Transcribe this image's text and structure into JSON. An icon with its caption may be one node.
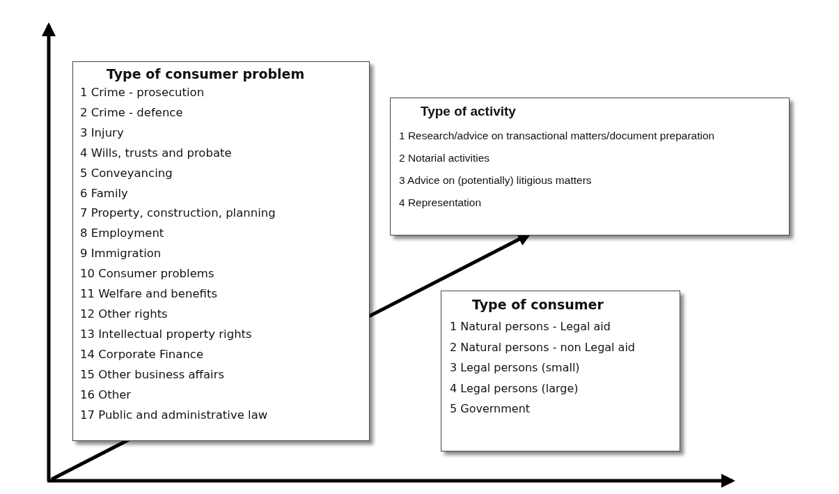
{
  "diagram": {
    "nodes": [
      {
        "text": [
          "Type of consumer problem",
          "1 Crime - prosecution",
          "2 Crime - defence",
          "3 Injury",
          "4 Wills, trusts and probate",
          "5 Conveyancing",
          "6 Family",
          "7 Property, construction, planning",
          "8 Employment",
          "9 Immigration",
          "10 Consumer problems",
          "11 Welfare and benefits",
          "12 Other rights",
          "13 Intellectual property rights",
          "14 Corporate Finance",
          "15 Other business affairs",
          "16 Other",
          "17 Public and administrative law"
        ]
      },
      {
        "text": [
          "Type of activity",
          "1 Research/advice on transactional matters/document preparation",
          "2 Notarial activities",
          "3 Advice on (potentially) litigious matters",
          "4 Representation"
        ]
      },
      {
        "text": [
          "Type of consumer",
          "1 Natural persons - Legal aid",
          "2 Natural persons - non Legal aid",
          "3 Legal persons (small)",
          "4 Legal persons (large)",
          "5 Government"
        ]
      }
    ]
  }
}
